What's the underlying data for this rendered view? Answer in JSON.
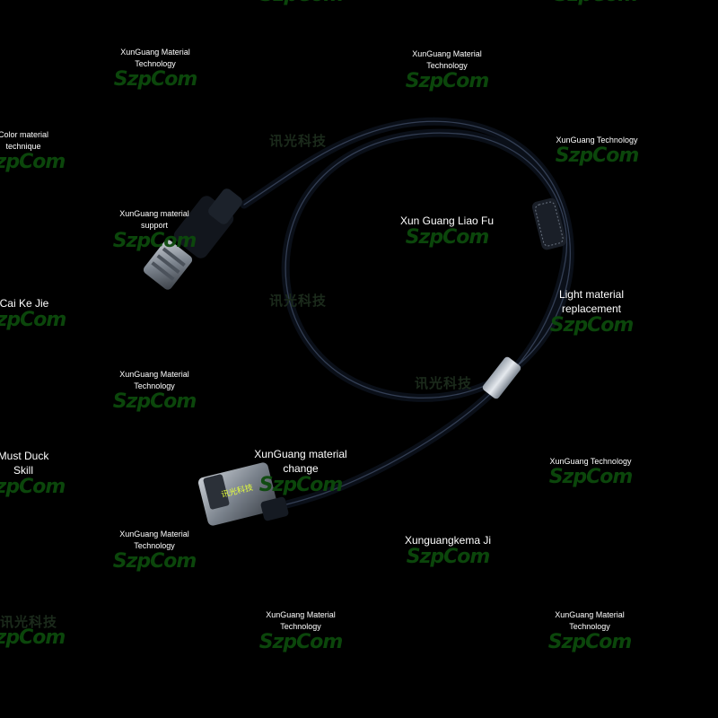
{
  "watermarks": {
    "w01": "XunGuang Material\nTechnology",
    "w02": "XunGuang Material\nTechnology",
    "w03": "Color material\ntechnique",
    "w04": "XunGuang Technology",
    "w05": "XunGuang material\nsupport",
    "w06": "Xun Guang Liao Fu",
    "w07": "Cai Ke Jie",
    "w08": "Light material\nreplacement",
    "w09": "XunGuang Material\nTechnology",
    "w10": "Must Duck\nSkill",
    "w11": "XunGuang material\nchange",
    "w12": "XunGuang Technology",
    "w13": "XunGuang Material\nTechnology",
    "w14": "Xunguangkema Ji",
    "w15": "XunGuang Material\nTechnology",
    "w16": "XunGuang Material\nTechnology"
  },
  "logo_text": "SzpCom",
  "chinese_mark": "讯光科技",
  "connector_label": "讯光科技",
  "colors": {
    "background": "#000000",
    "watermark_text": "#ffffff",
    "logo_green": "#0c4a0c",
    "cable": "#0a0f18",
    "cable_highlight": "#3d4a63",
    "connector_metal": "#8a929c",
    "connector_label": "#e6ff3a"
  }
}
